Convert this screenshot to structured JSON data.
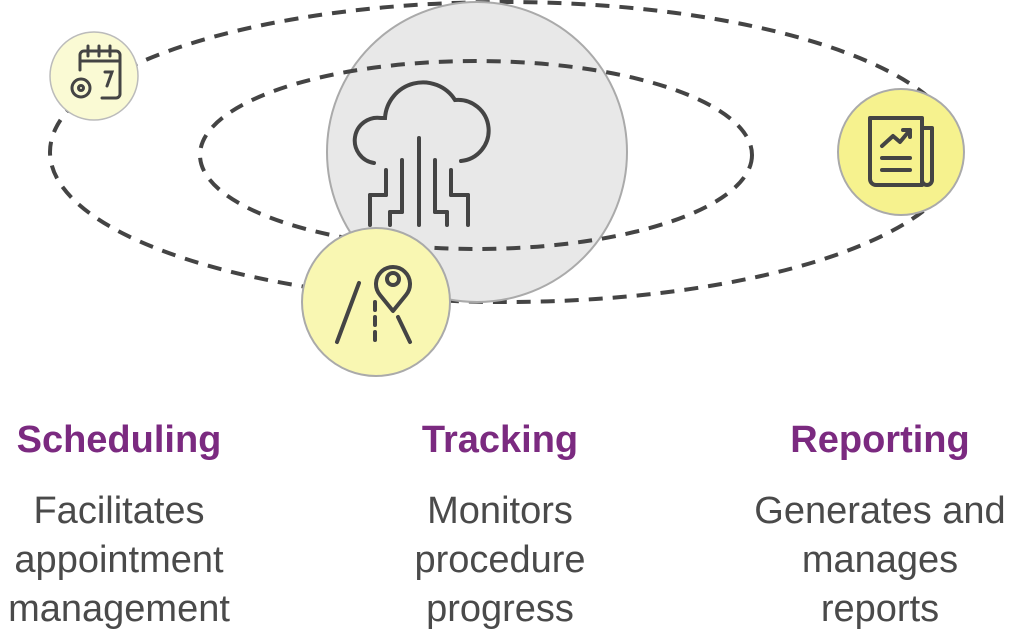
{
  "colors": {
    "title": "#7b2a80",
    "text": "#4a4a4a",
    "center": "#e8e8e8",
    "scheduling": "#fafad4",
    "tracking": "#f9f7b2",
    "reporting": "#f6f28e",
    "stroke": "#444444"
  },
  "center": {
    "icon": "cloud-circuit-icon"
  },
  "items": [
    {
      "title": "Scheduling",
      "desc1": "Facilitates",
      "desc2": "appointment",
      "desc3": "management",
      "icon": "calendar-gear-icon"
    },
    {
      "title": "Tracking",
      "desc1": "Monitors",
      "desc2": "procedure",
      "desc3": "progress",
      "icon": "road-location-pin-icon"
    },
    {
      "title": "Reporting",
      "desc1": "Generates and",
      "desc2": "manages",
      "desc3": "reports",
      "icon": "report-chart-icon"
    }
  ]
}
